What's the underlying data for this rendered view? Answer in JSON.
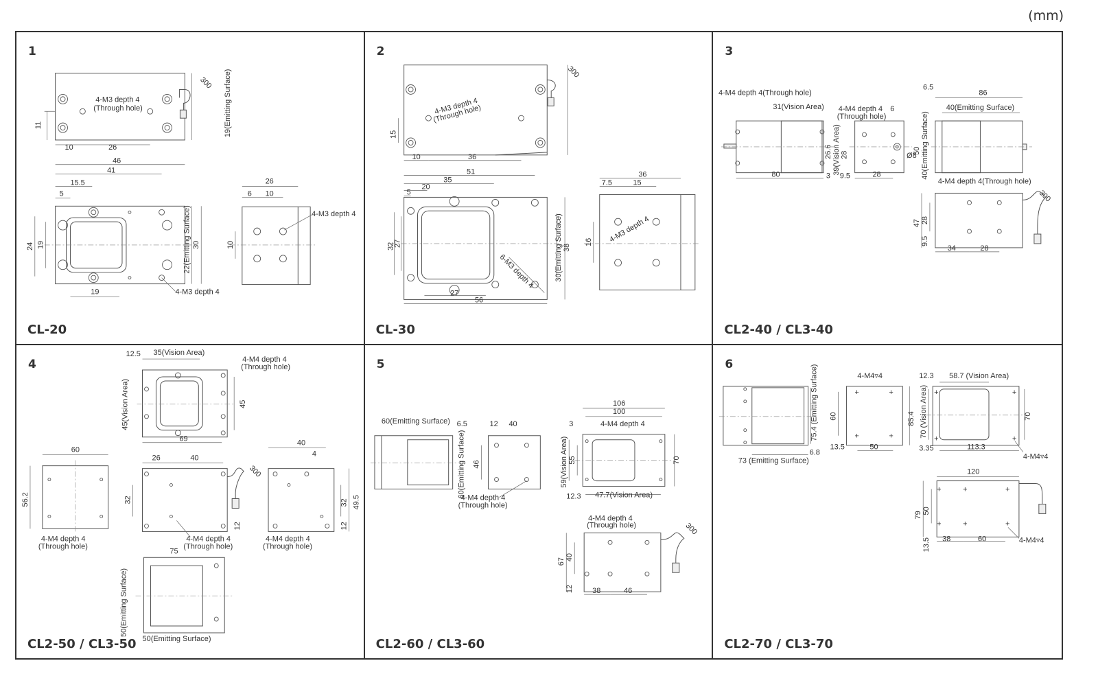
{
  "unit": "(mm)",
  "panels": [
    {
      "number": "1",
      "model": "CL-20",
      "labels": {
        "thread_top": "4-M3 depth 4",
        "through": "(Through hole)",
        "cable": "300",
        "emit_top": "19(Emitting Surface)",
        "d11": "11",
        "d10": "10",
        "d26": "26",
        "d46": "46",
        "d41": "41",
        "d155": "15.5",
        "d5": "5",
        "d24": "24",
        "d19v": "19",
        "emit_mid": "22(Emitting Surface)",
        "d30": "30",
        "d19": "19",
        "thread_bottom": "4-M3 depth 4",
        "side26": "26",
        "side6": "6",
        "side10": "10",
        "side_thread": "4-M3 depth 4",
        "side10v": "10"
      }
    },
    {
      "number": "2",
      "model": "CL-30",
      "labels": {
        "thread_top": "4-M3 depth 4",
        "through": "(Through hole)",
        "cable": "300",
        "d15": "15",
        "d10": "10",
        "d36": "36",
        "d51": "51",
        "d35": "35",
        "d20": "20",
        "d5": "5",
        "d32": "32",
        "d27v": "27",
        "thread6": "6-M3 depth 4",
        "emit": "30(Emitting Surface)",
        "d38": "38",
        "d27": "27",
        "d56": "56",
        "side36": "36",
        "side75": "7.5",
        "side15": "15",
        "side16": "16",
        "side_thread": "4-M3 depth 4"
      }
    },
    {
      "number": "3",
      "model": "CL2-40 / CL3-40",
      "labels": {
        "thread_left": "4-M4 depth 4(Through hole)",
        "vision31": "31(Vision Area)",
        "d80": "80",
        "d3": "3",
        "d266": "26.6",
        "vision39": "39(Vision Area)",
        "thread_mid": "4-M4 depth 4",
        "through": "(Through hole)",
        "d6": "6",
        "d28v": "28",
        "d8": "Ø8",
        "d95": "9.5",
        "d28": "28",
        "d65": "6.5",
        "d86": "86",
        "emit40": "40(Emitting Surface)",
        "d50": "50",
        "emit40v": "40(Emitting Surface)",
        "thread_bottom": "4-M4 depth 4(Through hole)",
        "cable": "300",
        "d47": "47",
        "d28b": "28",
        "d95b": "9.5",
        "d34": "34",
        "d28c": "28"
      }
    },
    {
      "number": "4",
      "model": "CL2-50 / CL3-50",
      "labels": {
        "d125": "12.5",
        "vision35": "35(Vision Area)",
        "thread_top": "4-M4 depth 4",
        "through_top": "(Through hole)",
        "vision45": "45(Vision Area)",
        "d45": "45",
        "d69": "69",
        "d60": "60",
        "d562": "56.2",
        "thread_left": "4-M4 depth 4",
        "through_left": "(Through hole)",
        "d26": "26",
        "d40": "40",
        "cable": "300",
        "d32": "32",
        "thread_mid": "4-M4 depth 4",
        "through_mid": "(Through hole)",
        "d12": "12",
        "d40r": "40",
        "d4": "4",
        "d32r": "32",
        "d495": "49.5",
        "d12r": "12",
        "thread_right": "4-M4 depth 4",
        "through_right": "(Through hole)",
        "d75": "75",
        "emit_v": "50(Emitting Surface)",
        "emit_h": "50(Emitting Surface)"
      }
    },
    {
      "number": "5",
      "model": "CL2-60 / CL3-60",
      "labels": {
        "emit60": "60(Emitting Surface)",
        "d65": "6.5",
        "emit60v": "60(Emitting Surface)",
        "d12": "12",
        "d40": "40",
        "d46": "46",
        "thread": "4-M4 depth 4",
        "through": "(Through hole)",
        "d106": "106",
        "d100": "100",
        "d3": "3",
        "thread_top": "4-M4 depth 4",
        "vision59": "59(Vision Area)",
        "d55": "55",
        "d70": "70",
        "d123": "12.3",
        "vision477": "47.7(Vision Area)",
        "thread_b": "4-M4 depth 4",
        "through_b": "(Through hole)",
        "cable": "300",
        "d67": "67",
        "d40v": "40",
        "d12v": "12",
        "d38": "38",
        "d46b": "46"
      }
    },
    {
      "number": "6",
      "model": "CL2-70 / CL3-70",
      "labels": {
        "emit754": "75.4 (Emitting Surface)",
        "d68": "6.8",
        "emit73": "73 (Emitting Surface)",
        "thread_a": "4-M4▿4",
        "d60": "60",
        "d854": "85.4",
        "d135": "13.5",
        "d50": "50",
        "d123": "12.3",
        "vision587": "58.7 (Vision Area)",
        "vision70": "70 (Vision Area)",
        "d70": "70",
        "d335": "3.35",
        "d1133": "113.3",
        "thread_b": "4-M4▿4",
        "d120": "120",
        "d79": "79",
        "d50v": "50",
        "d135b": "13.5",
        "d38": "38",
        "d60b": "60",
        "thread_c": "4-M4▿4"
      }
    }
  ]
}
